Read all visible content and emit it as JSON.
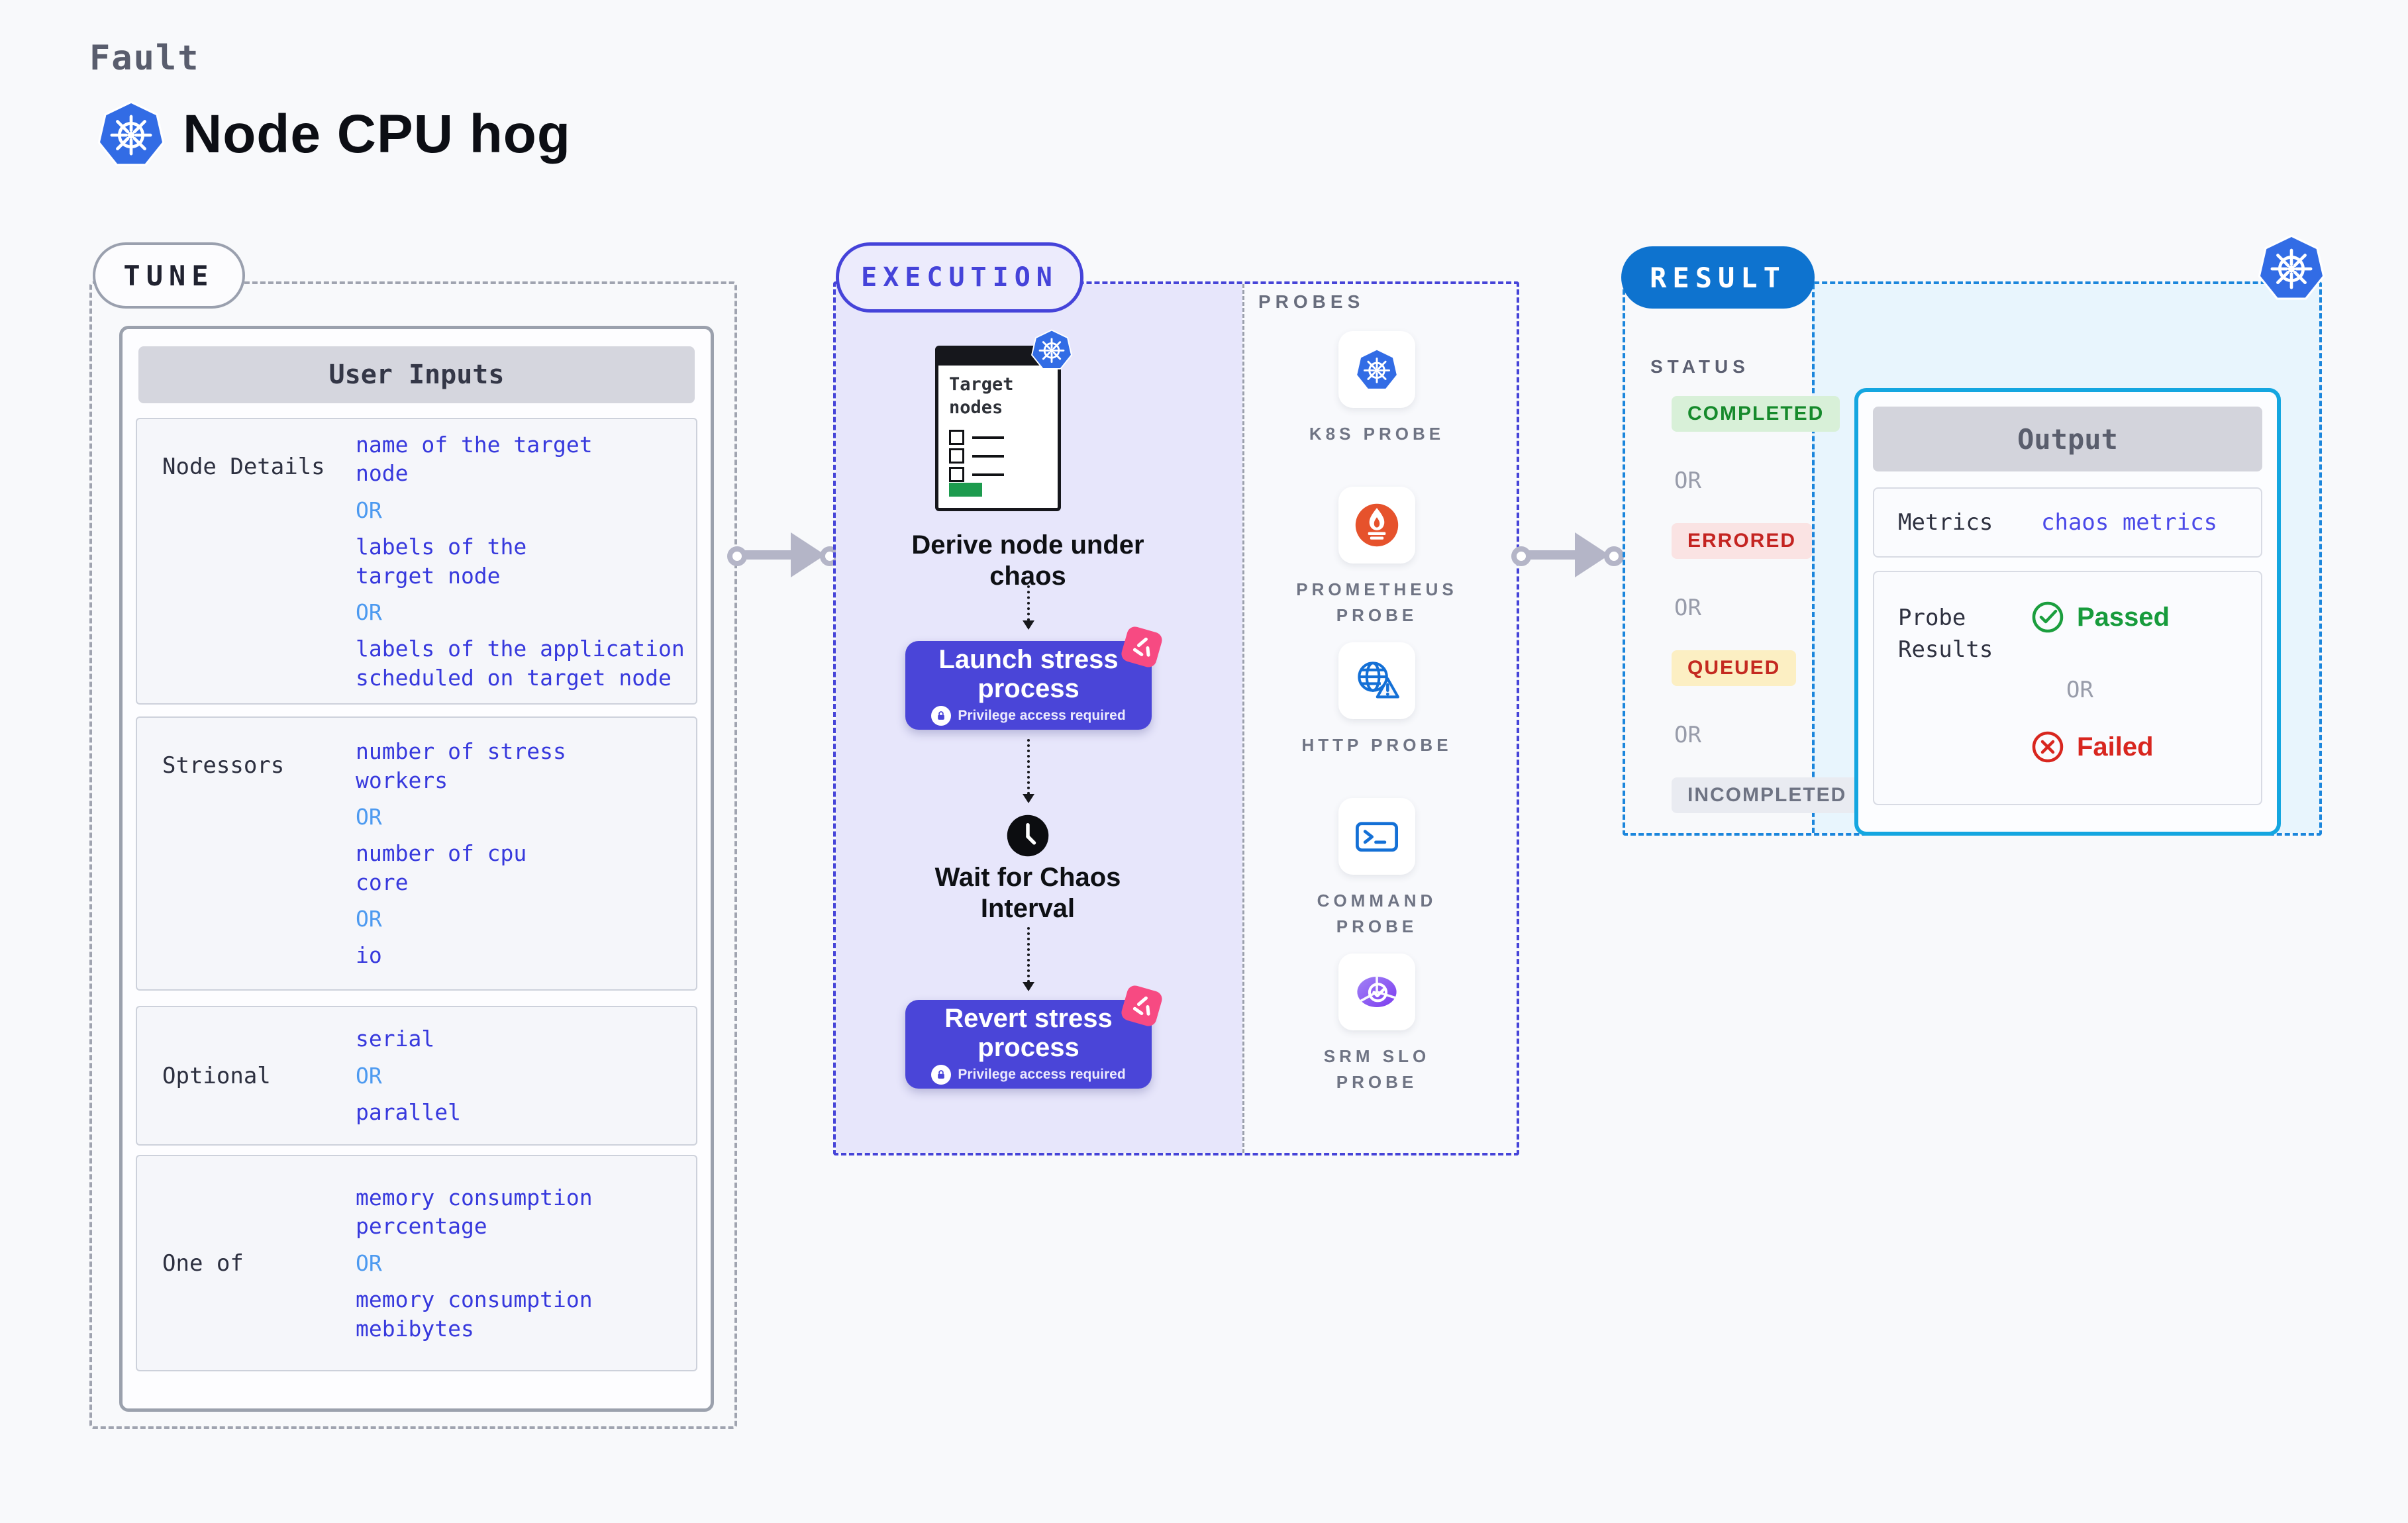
{
  "header": {
    "eyebrow": "Fault",
    "title": "Node CPU hog"
  },
  "labels": {
    "or": "OR"
  },
  "tune": {
    "badge": "TUNE",
    "card_title": "User Inputs",
    "rows": [
      {
        "label": "Node Details",
        "values": [
          "name of the target\nnode",
          "labels of the\ntarget node",
          "labels of the application\n scheduled on target node"
        ]
      },
      {
        "label": "Stressors",
        "values": [
          "number of stress\nworkers",
          "number of cpu\ncore",
          "io"
        ]
      },
      {
        "label": "Optional",
        "values": [
          "serial",
          "parallel"
        ]
      },
      {
        "label": "One of",
        "values": [
          "memory consumption\npercentage",
          "memory consumption\nmebibytes"
        ]
      }
    ]
  },
  "execution": {
    "badge": "EXECUTION",
    "clipboard_title": "Target\nnodes",
    "derive": "Derive node under chaos",
    "launch_title": "Launch stress process",
    "revert_title": "Revert stress process",
    "privilege_note": "Privilege access required",
    "wait": "Wait for Chaos Interval",
    "probes_heading": "PROBES",
    "probes": [
      {
        "label": "K8S PROBE",
        "icon": "kubernetes-icon"
      },
      {
        "label": "PROMETHEUS\nPROBE",
        "icon": "prometheus-icon"
      },
      {
        "label": "HTTP PROBE",
        "icon": "http-globe-icon"
      },
      {
        "label": "COMMAND\nPROBE",
        "icon": "terminal-icon"
      },
      {
        "label": "SRM SLO\nPROBE",
        "icon": "srm-slo-icon"
      }
    ]
  },
  "result": {
    "badge": "RESULT",
    "status_heading": "STATUS",
    "statuses": [
      "COMPLETED",
      "ERRORED",
      "QUEUED",
      "INCOMPLETED"
    ],
    "output": {
      "title": "Output",
      "metrics_label": "Metrics",
      "metrics_value": "chaos metrics",
      "probe_label": "Probe Results",
      "passed": "Passed",
      "failed": "Failed"
    }
  },
  "colors": {
    "accent_indigo": "#4a45d8",
    "execution_border": "#4644d8",
    "result_blue": "#0e73cf",
    "result_dash": "#1b86dc",
    "output_border": "#14a6e0",
    "value_blue": "#3739dd",
    "or_blue": "#4d9af0",
    "completed_green": "#168a2c",
    "errored_red": "#c42421",
    "queued_yellow_bg": "#fcefc3",
    "passed_green": "#179b3c",
    "failed_red": "#d8261f",
    "kubernetes_blue": "#326ce5",
    "prometheus_orange": "#e6522c",
    "pink_flag": "#f74a82",
    "lavender_bg": "#e7e6fb",
    "cyan_bg": "#e8f5fd"
  }
}
